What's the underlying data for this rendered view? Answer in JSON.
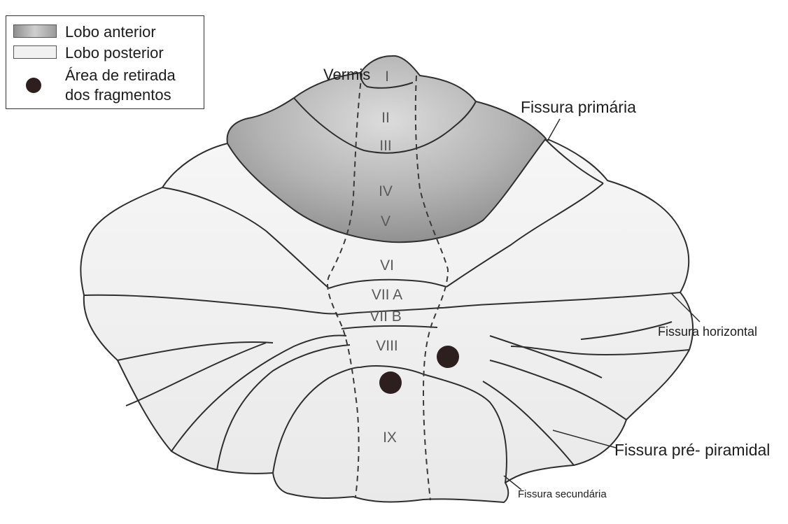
{
  "legend": {
    "anterior_label": "Lobo anterior",
    "posterior_label": "Lobo posterior",
    "area_label_line1": "Área de retirada",
    "area_label_line2": "dos fragmentos"
  },
  "labels": {
    "vermis": "Vermis",
    "fissura_primaria": "Fissura primária",
    "fissura_horizontal": "Fissura horizontal",
    "fissura_pre_piramidal": "Fissura pré- piramidal",
    "fissura_secundaria": "Fissura secundária"
  },
  "lobules": {
    "I": "I",
    "II": "II",
    "III": "III",
    "IV": "IV",
    "V": "V",
    "VI": "VI",
    "VIIA": "VII A",
    "VIIB": "VII B",
    "VIII": "VIII",
    "IX": "IX"
  },
  "colors": {
    "anterior_fill": "#a9a9a9",
    "posterior_fill": "#efefef",
    "outline": "#2f2f2f",
    "marker": "#2e1f1f"
  }
}
